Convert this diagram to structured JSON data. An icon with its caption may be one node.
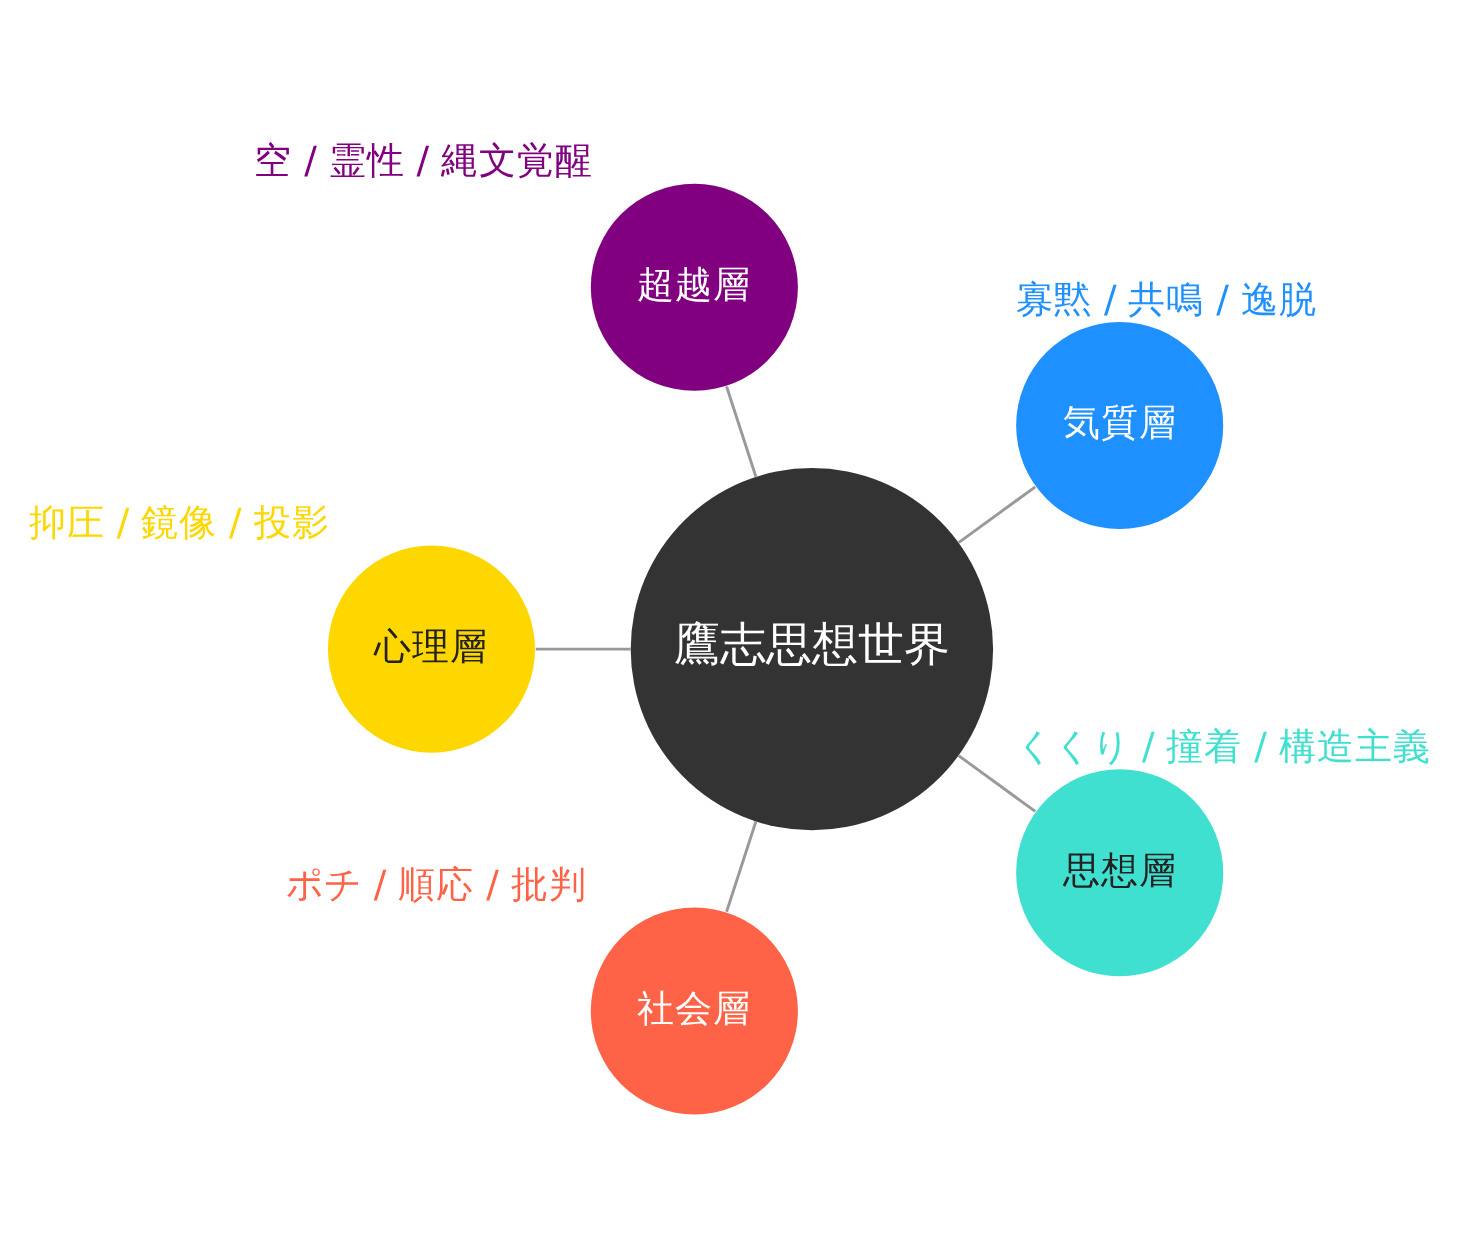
{
  "diagram": {
    "nodes": [
      {
        "text": [
          "気質層"
        ],
        "beside": [
          "寡黙 / 共鳴 / 逸脱"
        ]
      },
      {
        "text": [
          "超越層"
        ],
        "beside": [
          "空 / 霊性 / 縄文覚醒"
        ]
      },
      {
        "text": [
          "心理層"
        ],
        "beside": [
          "抑圧 / 鏡像 / 投影"
        ]
      },
      {
        "text": [
          "鷹志思想世界"
        ]
      },
      {
        "text": [
          "社会層"
        ],
        "beside": [
          "ポチ / 順応 / 批判"
        ]
      },
      {
        "text": [
          "思想層"
        ],
        "beside": [
          "くくり / 撞着 / 構造主義"
        ]
      }
    ],
    "edges": [
      {
        "from": 3,
        "to": 0,
        "arrow": "none"
      },
      {
        "from": 3,
        "to": 1,
        "arrow": "none"
      },
      {
        "from": 3,
        "to": 2,
        "arrow": "none"
      },
      {
        "from": 3,
        "to": 4,
        "arrow": "none"
      },
      {
        "from": 3,
        "to": 5,
        "arrow": "none"
      }
    ]
  }
}
